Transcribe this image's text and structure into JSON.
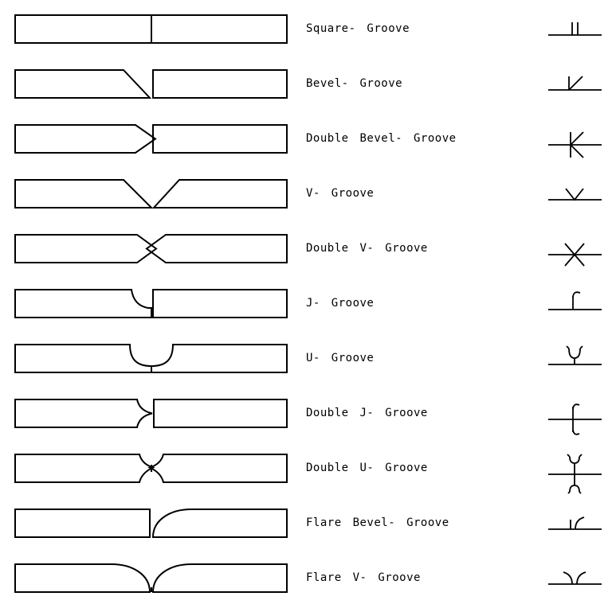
{
  "page": {
    "background_color": "#ffffff",
    "line_color": "#000000",
    "kind": "welding groove types reference diagram"
  },
  "rows": [
    {
      "id": "square-groove",
      "label": "Square- Groove",
      "cross_section_icon": "square-groove-cross-section",
      "symbol_icon": "square-groove-symbol"
    },
    {
      "id": "bevel-groove",
      "label": "Bevel- Groove",
      "cross_section_icon": "bevel-groove-cross-section",
      "symbol_icon": "bevel-groove-symbol"
    },
    {
      "id": "double-bevel-groove",
      "label": "Double Bevel- Groove",
      "cross_section_icon": "double-bevel-groove-cross-section",
      "symbol_icon": "double-bevel-groove-symbol"
    },
    {
      "id": "v-groove",
      "label": "V- Groove",
      "cross_section_icon": "v-groove-cross-section",
      "symbol_icon": "v-groove-symbol"
    },
    {
      "id": "double-v-groove",
      "label": "Double V- Groove",
      "cross_section_icon": "double-v-groove-cross-section",
      "symbol_icon": "double-v-groove-symbol"
    },
    {
      "id": "j-groove",
      "label": "J- Groove",
      "cross_section_icon": "j-groove-cross-section",
      "symbol_icon": "j-groove-symbol"
    },
    {
      "id": "u-groove",
      "label": "U- Groove",
      "cross_section_icon": "u-groove-cross-section",
      "symbol_icon": "u-groove-symbol"
    },
    {
      "id": "double-j-groove",
      "label": "Double J- Groove",
      "cross_section_icon": "double-j-groove-cross-section",
      "symbol_icon": "double-j-groove-symbol"
    },
    {
      "id": "double-u-groove",
      "label": "Double U- Groove",
      "cross_section_icon": "double-u-groove-cross-section",
      "symbol_icon": "double-u-groove-symbol"
    },
    {
      "id": "flare-bevel-groove",
      "label": "Flare Bevel- Groove",
      "cross_section_icon": "flare-bevel-groove-cross-section",
      "symbol_icon": "flare-bevel-groove-symbol"
    },
    {
      "id": "flare-v-groove",
      "label": "Flare V- Groove",
      "cross_section_icon": "flare-v-groove-cross-section",
      "symbol_icon": "flare-v-groove-symbol"
    }
  ]
}
